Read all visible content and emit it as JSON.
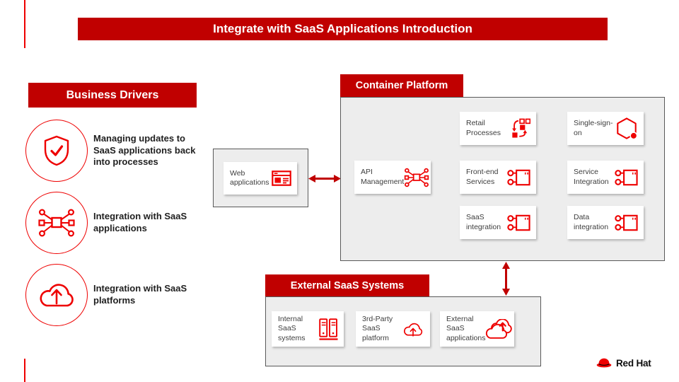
{
  "title_banner": {
    "text": "Integrate with SaaS Applications Introduction"
  },
  "business_drivers": {
    "heading": "Business Drivers",
    "items": [
      {
        "icon": "shield-check-icon",
        "label": "Managing updates to SaaS applications back into processes"
      },
      {
        "icon": "integration-nodes-icon",
        "label": "Integration with SaaS applications"
      },
      {
        "icon": "cloud-upload-icon",
        "label": "Integration with SaaS platforms"
      }
    ]
  },
  "web_applications": {
    "label": "Web applications",
    "icon": "browser-window-icon"
  },
  "container_platform": {
    "heading": "Container Platform",
    "cards": [
      {
        "label": "Retail Processes",
        "icon": "process-automation-icon"
      },
      {
        "label": "Single-sign-on",
        "icon": "hexagon-sso-icon"
      },
      {
        "label": "API Management",
        "icon": "integration-nodes-icon"
      },
      {
        "label": "Front-end Services",
        "icon": "connected-service-icon"
      },
      {
        "label": "Service Integration",
        "icon": "connected-service-icon"
      },
      {
        "label": "SaaS integration",
        "icon": "connected-service-icon"
      },
      {
        "label": "Data integration",
        "icon": "connected-service-icon"
      }
    ]
  },
  "external_saas": {
    "heading": "External SaaS Systems",
    "cards": [
      {
        "label": "Internal SaaS systems",
        "icon": "server-stack-icon"
      },
      {
        "label": "3rd-Party SaaS platform",
        "icon": "cloud-upload-icon"
      },
      {
        "label": "External SaaS applications",
        "icon": "double-cloud-upload-icon"
      }
    ]
  },
  "logo": {
    "text": "Red Hat"
  },
  "colors": {
    "banner_red": "#C00000",
    "icon_red": "#EE0000",
    "arrow_red": "#C00000",
    "panel_gray": "#EDEDED",
    "panel_border": "#595959"
  }
}
